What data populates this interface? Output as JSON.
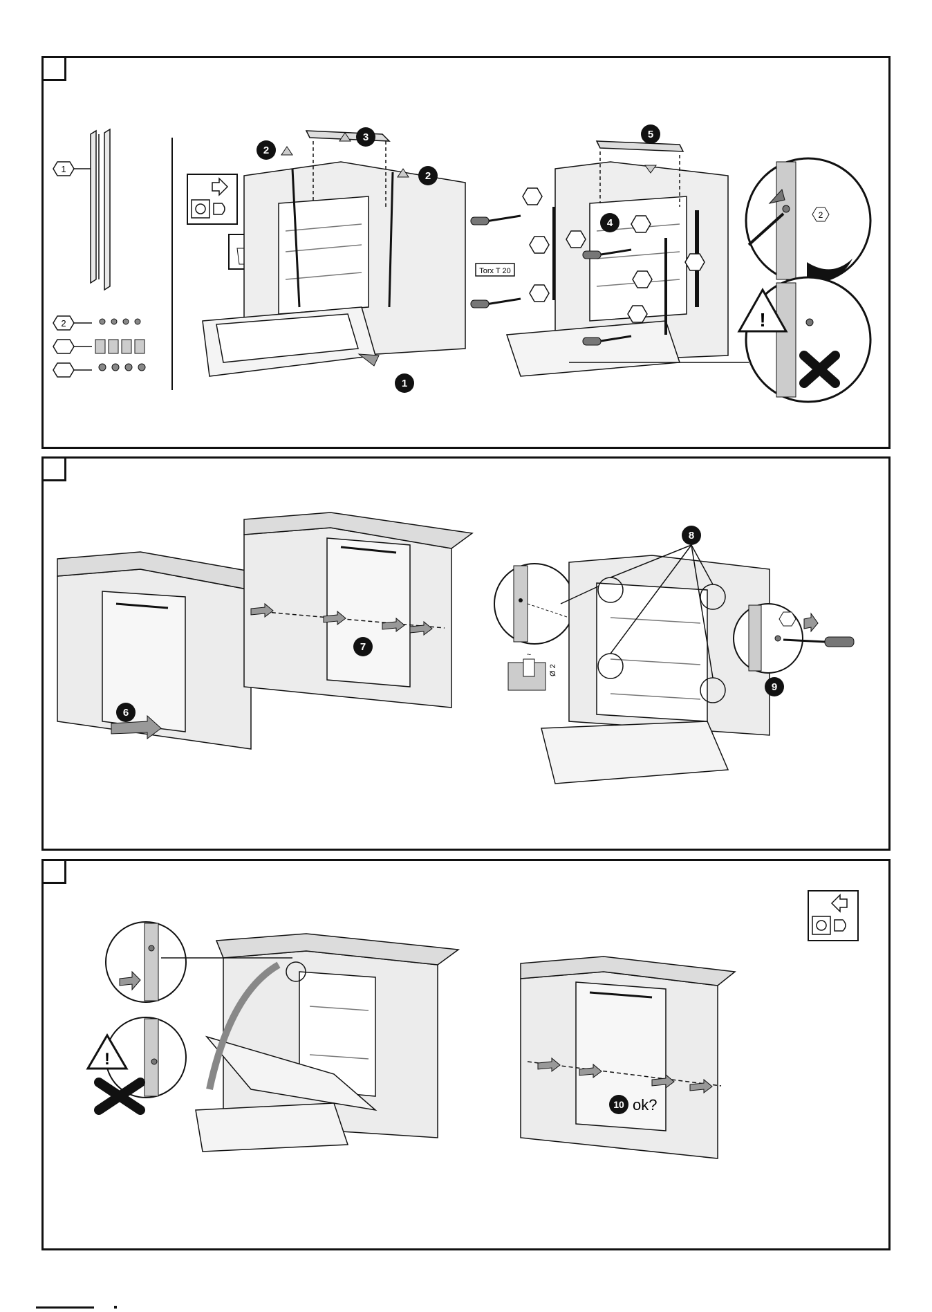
{
  "panels": [
    {
      "id": "panel-1",
      "parts": {
        "part1": "1",
        "part2": "2"
      },
      "steps": [
        "1",
        "2",
        "2",
        "3",
        "4",
        "5"
      ],
      "tool_label": "Torx T 20",
      "zoom_screw_label": "2"
    },
    {
      "id": "panel-2",
      "steps": [
        "6",
        "7",
        "8",
        "9"
      ],
      "drill_diameter": "Ø 2",
      "approx_mark": "~"
    },
    {
      "id": "panel-3",
      "steps": [
        "10"
      ],
      "final_check": "ok?"
    }
  ],
  "icons": [
    "power-off-icon",
    "disposal-bin-icon",
    "warning-icon",
    "check-icon",
    "cross-icon",
    "power-on-icon",
    "screwdriver-icon",
    "drill-icon"
  ],
  "colors": {
    "line": "#111111",
    "fill_gray": "#d9d9d9",
    "dark_gray": "#555555"
  }
}
